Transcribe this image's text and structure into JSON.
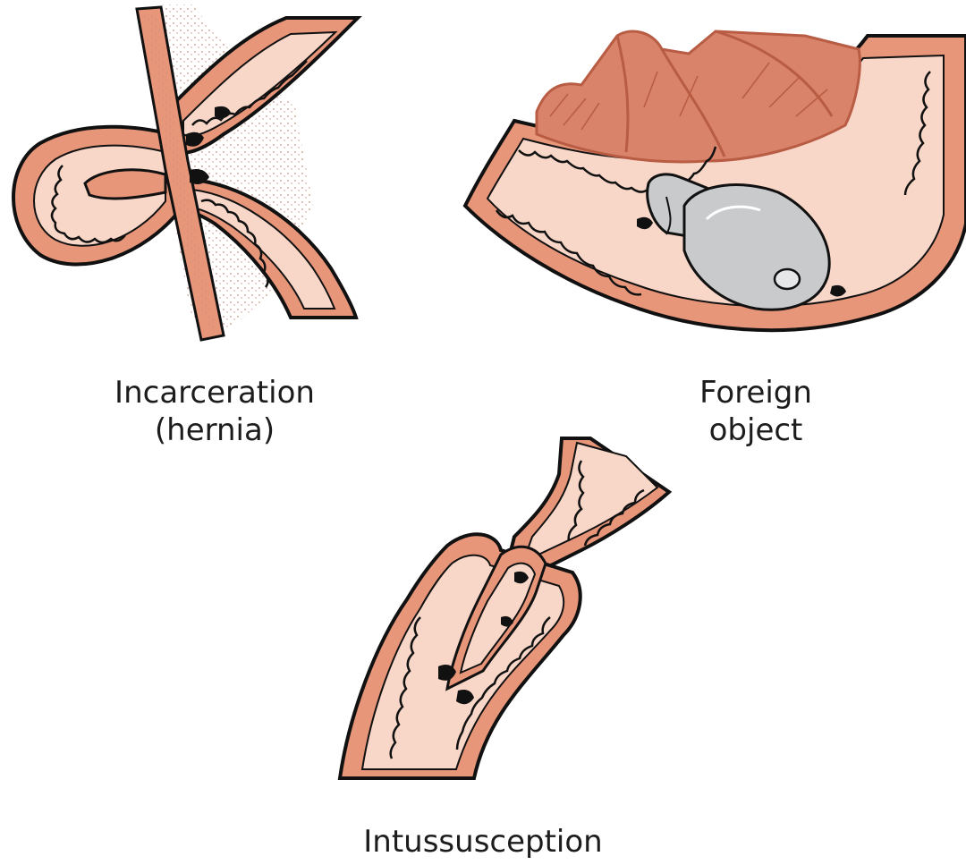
{
  "figure": {
    "panels": [
      {
        "id": "incarceration",
        "caption_line1": "Incarceration",
        "caption_line2": "(hernia)"
      },
      {
        "id": "foreign-object",
        "caption_line1": "Foreign",
        "caption_line2": "object"
      },
      {
        "id": "intussusception",
        "caption_line1": "Intussusception"
      }
    ],
    "colors": {
      "bowel_wall": "#e8967a",
      "lumen": "#f8d6c8",
      "outline": "#111111",
      "muscle": "#d9836a",
      "muscle_line": "#b85c44",
      "object": "#c8cacc",
      "background": "#ffffff"
    }
  }
}
